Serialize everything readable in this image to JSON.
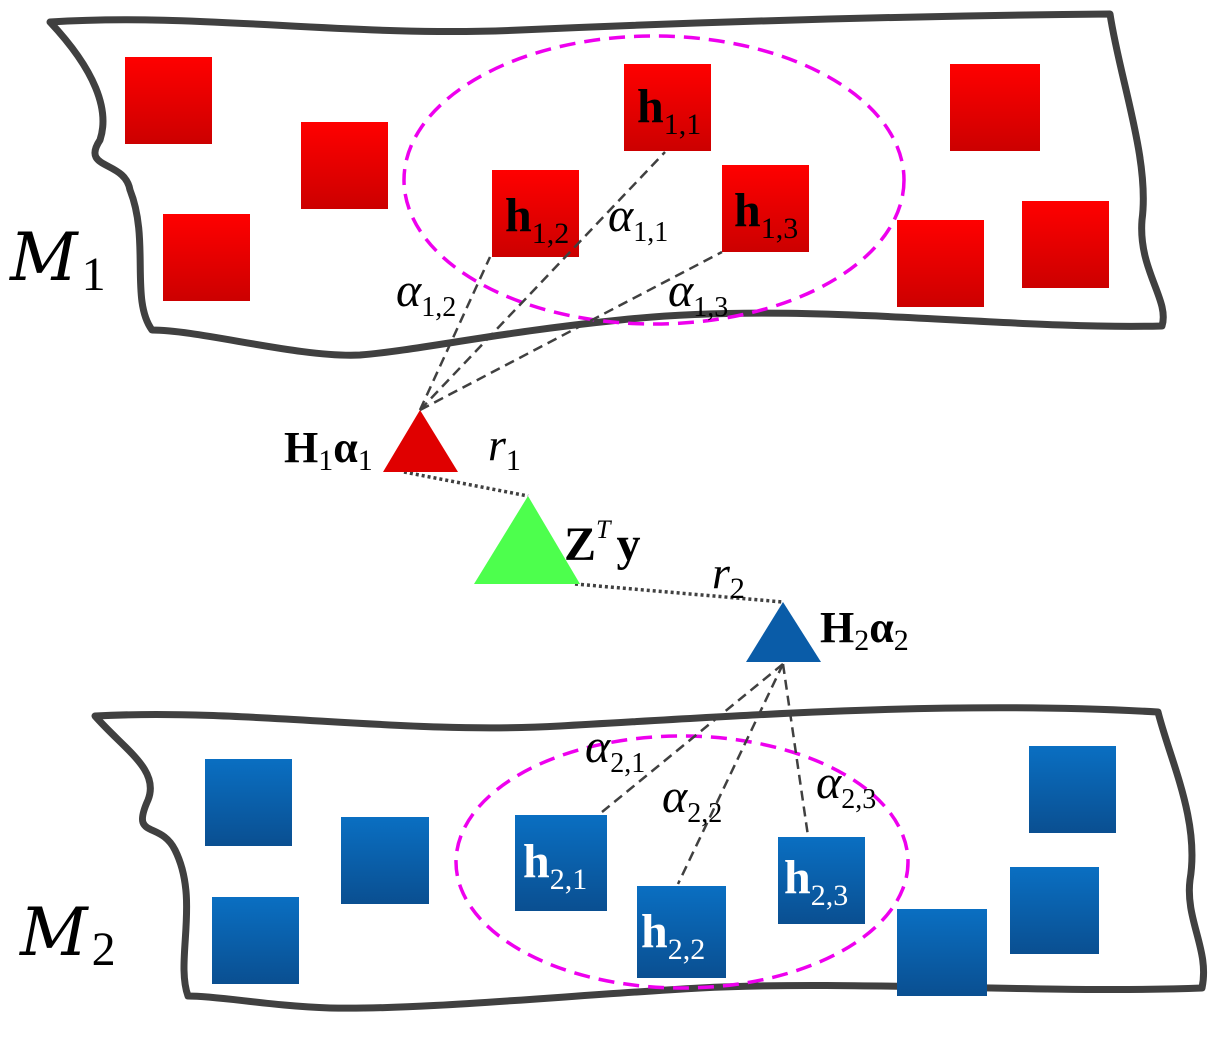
{
  "manifolds": {
    "m1": {
      "letter": "M",
      "sub": "1"
    },
    "m2": {
      "letter": "M",
      "sub": "2"
    }
  },
  "red_atoms": {
    "h11": {
      "base": "h",
      "sub": "1,1"
    },
    "h12": {
      "base": "h",
      "sub": "1,2"
    },
    "h13": {
      "base": "h",
      "sub": "1,3"
    }
  },
  "blue_atoms": {
    "h21": {
      "base": "h",
      "sub": "2,1"
    },
    "h22": {
      "base": "h",
      "sub": "2,2"
    },
    "h23": {
      "base": "h",
      "sub": "2,3"
    }
  },
  "weights": {
    "a11": {
      "base": "α",
      "sub": "1,1"
    },
    "a12": {
      "base": "α",
      "sub": "1,2"
    },
    "a13": {
      "base": "α",
      "sub": "1,3"
    },
    "a21": {
      "base": "α",
      "sub": "2,1"
    },
    "a22": {
      "base": "α",
      "sub": "2,2"
    },
    "a23": {
      "base": "α",
      "sub": "2,3"
    }
  },
  "points": {
    "h1a1": {
      "H": "H",
      "Hsub": "1",
      "a": "α",
      "asub": "1"
    },
    "h2a2": {
      "H": "H",
      "Hsub": "2",
      "a": "α",
      "asub": "2"
    },
    "zty": {
      "Z": "Z",
      "sup": "T",
      "y": "y"
    }
  },
  "residuals": {
    "r1": {
      "base": "r",
      "sub": "1"
    },
    "r2": {
      "base": "r",
      "sub": "2"
    }
  },
  "colors": {
    "red": "#e00000",
    "blue": "#0a5ca8",
    "green": "#4dff4d",
    "ellipse": "#ee00ee",
    "outline": "#404040"
  }
}
